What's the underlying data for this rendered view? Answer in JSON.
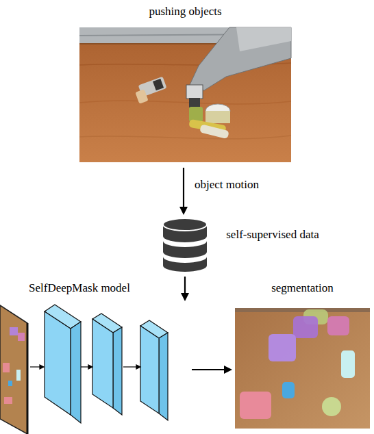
{
  "diagram": {
    "nodes": [
      {
        "text": [
          "pushing objects"
        ]
      },
      {
        "text": [
          "self-supervised data"
        ]
      },
      {
        "text": [
          "SelfDeepMask model"
        ]
      },
      {
        "text": [
          "segmentation"
        ]
      }
    ],
    "edges": [
      {
        "from": 0,
        "to": 1,
        "label": "object motion",
        "arrow": "to"
      },
      {
        "from": 1,
        "to": 2,
        "arrow": "to"
      },
      {
        "from": 2,
        "to": 3,
        "arrow": "to"
      }
    ]
  }
}
